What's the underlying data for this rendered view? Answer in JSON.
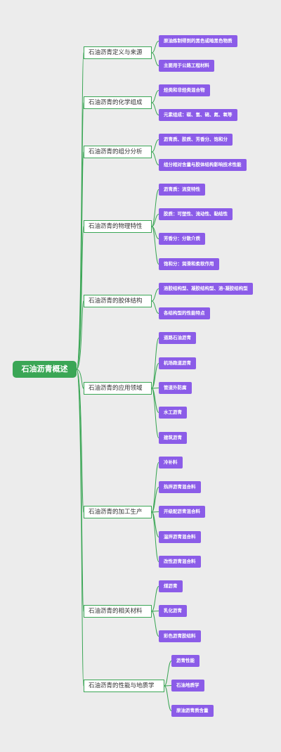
{
  "root": {
    "label": "石油沥青概述"
  },
  "colors": {
    "branch_line": "#3aa655",
    "root_fill": "#3aa655",
    "leaf_fill": "#8b5ce8",
    "background": "#ececec"
  },
  "branches": [
    {
      "label": "石油沥青定义与来源",
      "children": [
        "原油炼制得到的黑色或暗黑色物质",
        "主要用于公路工程材料"
      ]
    },
    {
      "label": "石油沥青的化学组成",
      "children": [
        "烃类和非烃类混合物",
        "元素组成：碳、氢、硫、氮、氧等"
      ]
    },
    {
      "label": "石油沥青的组分分析",
      "children": [
        "沥青质、胶质、芳香分、饱和分",
        "组分相对含量与胶体结构影响技术性能"
      ]
    },
    {
      "label": "石油沥青的物理特性",
      "children": [
        "沥青质：流变特性",
        "胶质：可塑性、流动性、黏结性",
        "芳香分：分散介质",
        "饱和分：润滑和柔软作用"
      ]
    },
    {
      "label": "石油沥青的胶体结构",
      "children": [
        "溶胶结构型、凝胶结构型、溶-凝胶结构型",
        "各结构型的性能特点"
      ]
    },
    {
      "label": "石油沥青的应用领域",
      "children": [
        "道路石油沥青",
        "机场跑道沥青",
        "管道外防腐",
        "水工沥青",
        "建筑沥青"
      ]
    },
    {
      "label": "石油沥青的加工生产",
      "children": [
        "冷补料",
        "热拌沥青混合料",
        "开级配沥青混合料",
        "温拌沥青混合料",
        "改性沥青混合料"
      ]
    },
    {
      "label": "石油沥青的相关材料",
      "children": [
        "煤沥青",
        "乳化沥青",
        "彩色沥青胶结料"
      ]
    },
    {
      "label": "石油沥青的性能与地质学",
      "children": [
        "沥青性能",
        "石油地质学",
        "原油沥青质含量"
      ]
    }
  ]
}
